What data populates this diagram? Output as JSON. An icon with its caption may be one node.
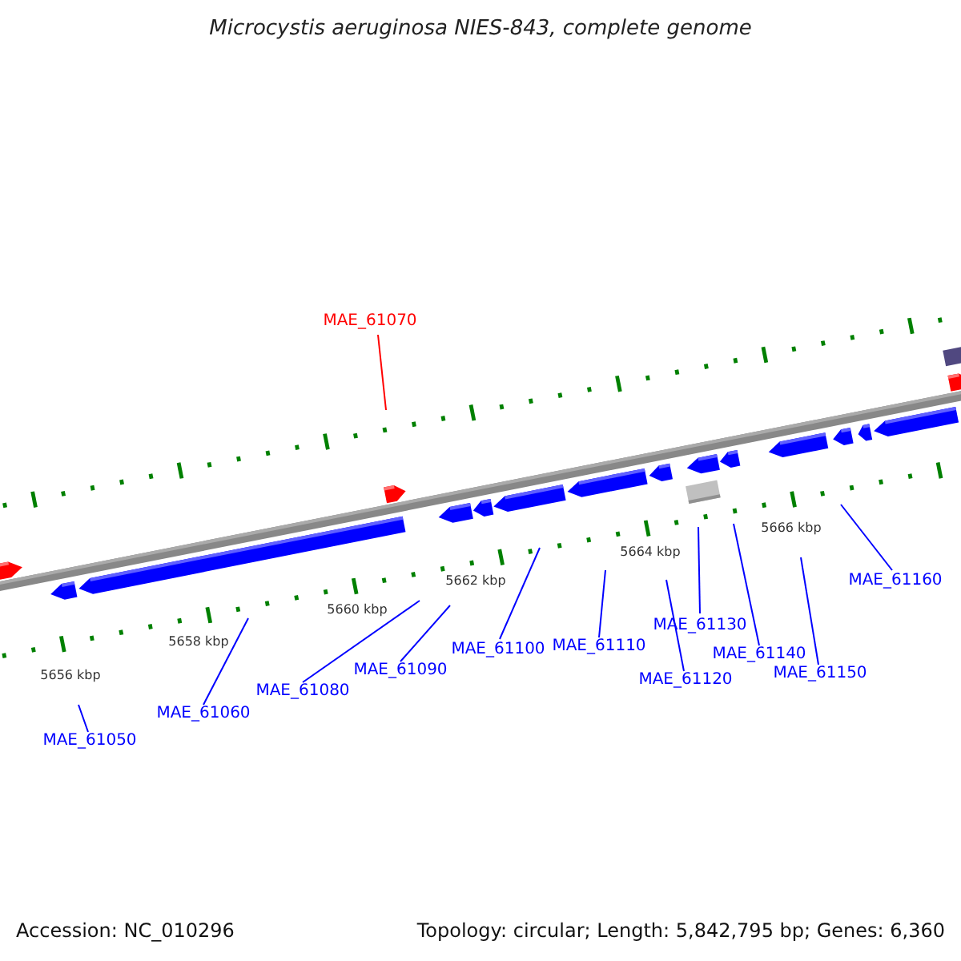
{
  "diagram": {
    "title": "Microcystis aeruginosa NIES-843, complete genome",
    "nodes": [
      {
        "text": [
          "MAE_61070"
        ]
      },
      {
        "text": [
          "MAE_61160"
        ]
      },
      {
        "text": [
          "MAE_61130"
        ]
      },
      {
        "text": [
          "MAE_61110"
        ]
      },
      {
        "text": [
          "MAE_61100"
        ]
      },
      {
        "text": [
          "MAE_61140"
        ]
      },
      {
        "text": [
          "MAE_61090"
        ]
      },
      {
        "text": [
          "MAE_61150"
        ]
      },
      {
        "text": [
          "MAE_61120"
        ]
      },
      {
        "text": [
          "MAE_61080"
        ]
      },
      {
        "text": [
          "MAE_61060"
        ]
      },
      {
        "text": [
          "MAE_61050"
        ]
      }
    ],
    "edges": [
      {
        "from": 0,
        "to": null,
        "arrow": "none",
        "color": "#ff0000"
      },
      {
        "from": 1,
        "to": null,
        "arrow": "none"
      },
      {
        "from": 2,
        "to": null,
        "arrow": "none"
      },
      {
        "from": 3,
        "to": null,
        "arrow": "none"
      },
      {
        "from": 4,
        "to": null,
        "arrow": "none"
      },
      {
        "from": 5,
        "to": null,
        "arrow": "none"
      },
      {
        "from": 6,
        "to": null,
        "arrow": "none"
      },
      {
        "from": 7,
        "to": null,
        "arrow": "none"
      },
      {
        "from": 8,
        "to": null,
        "arrow": "none"
      },
      {
        "from": 9,
        "to": null,
        "arrow": "none"
      },
      {
        "from": 10,
        "to": null,
        "arrow": "none"
      },
      {
        "from": 11,
        "to": null,
        "arrow": "none"
      }
    ],
    "labels": [
      "5666 kbp",
      "5664 kbp",
      "5662 kbp",
      "5660 kbp",
      "5658 kbp",
      "5656 kbp",
      "Accession: NC_010296",
      "Topology: circular; Length: 5,842,795 bp; Genes: 6,360"
    ]
  }
}
